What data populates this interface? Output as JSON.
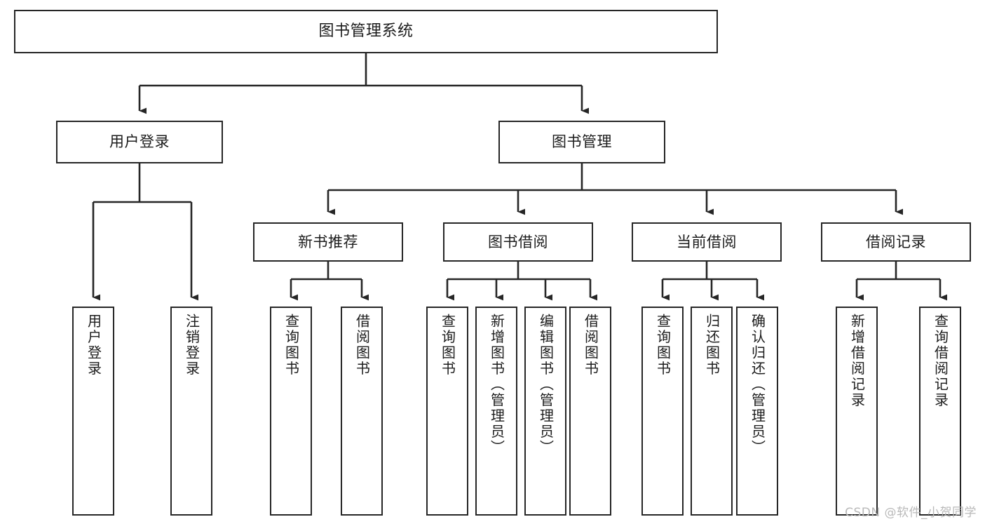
{
  "diagram": {
    "type": "tree-hierarchy-chart",
    "title": "图书管理系统",
    "stroke_color": "#262626",
    "fill_color": "#ffffff",
    "text_color": "#1c1c1c",
    "root": {
      "label": "图书管理系统"
    },
    "level1": [
      {
        "label": "用户登录"
      },
      {
        "label": "图书管理"
      }
    ],
    "level2": [
      {
        "label": "新书推荐"
      },
      {
        "label": "图书借阅"
      },
      {
        "label": "当前借阅"
      },
      {
        "label": "借阅记录"
      }
    ],
    "leaves": {
      "user_login": [
        {
          "label": "用户登录"
        },
        {
          "label": "注销登录"
        }
      ],
      "new_book_recommend": [
        {
          "label": "查询图书"
        },
        {
          "label": "借阅图书"
        }
      ],
      "book_borrow": [
        {
          "label": "查询图书"
        },
        {
          "label": "新增图书（管理员）"
        },
        {
          "label": "编辑图书（管理员）"
        },
        {
          "label": "借阅图书"
        }
      ],
      "current_borrow": [
        {
          "label": "查询图书"
        },
        {
          "label": "归还图书"
        },
        {
          "label": "确认归还（管理员）"
        }
      ],
      "borrow_record": [
        {
          "label": "新增借阅记录"
        },
        {
          "label": "查询借阅记录"
        }
      ]
    }
  },
  "watermark": {
    "text": "CSDN @软件_小贺同学"
  }
}
